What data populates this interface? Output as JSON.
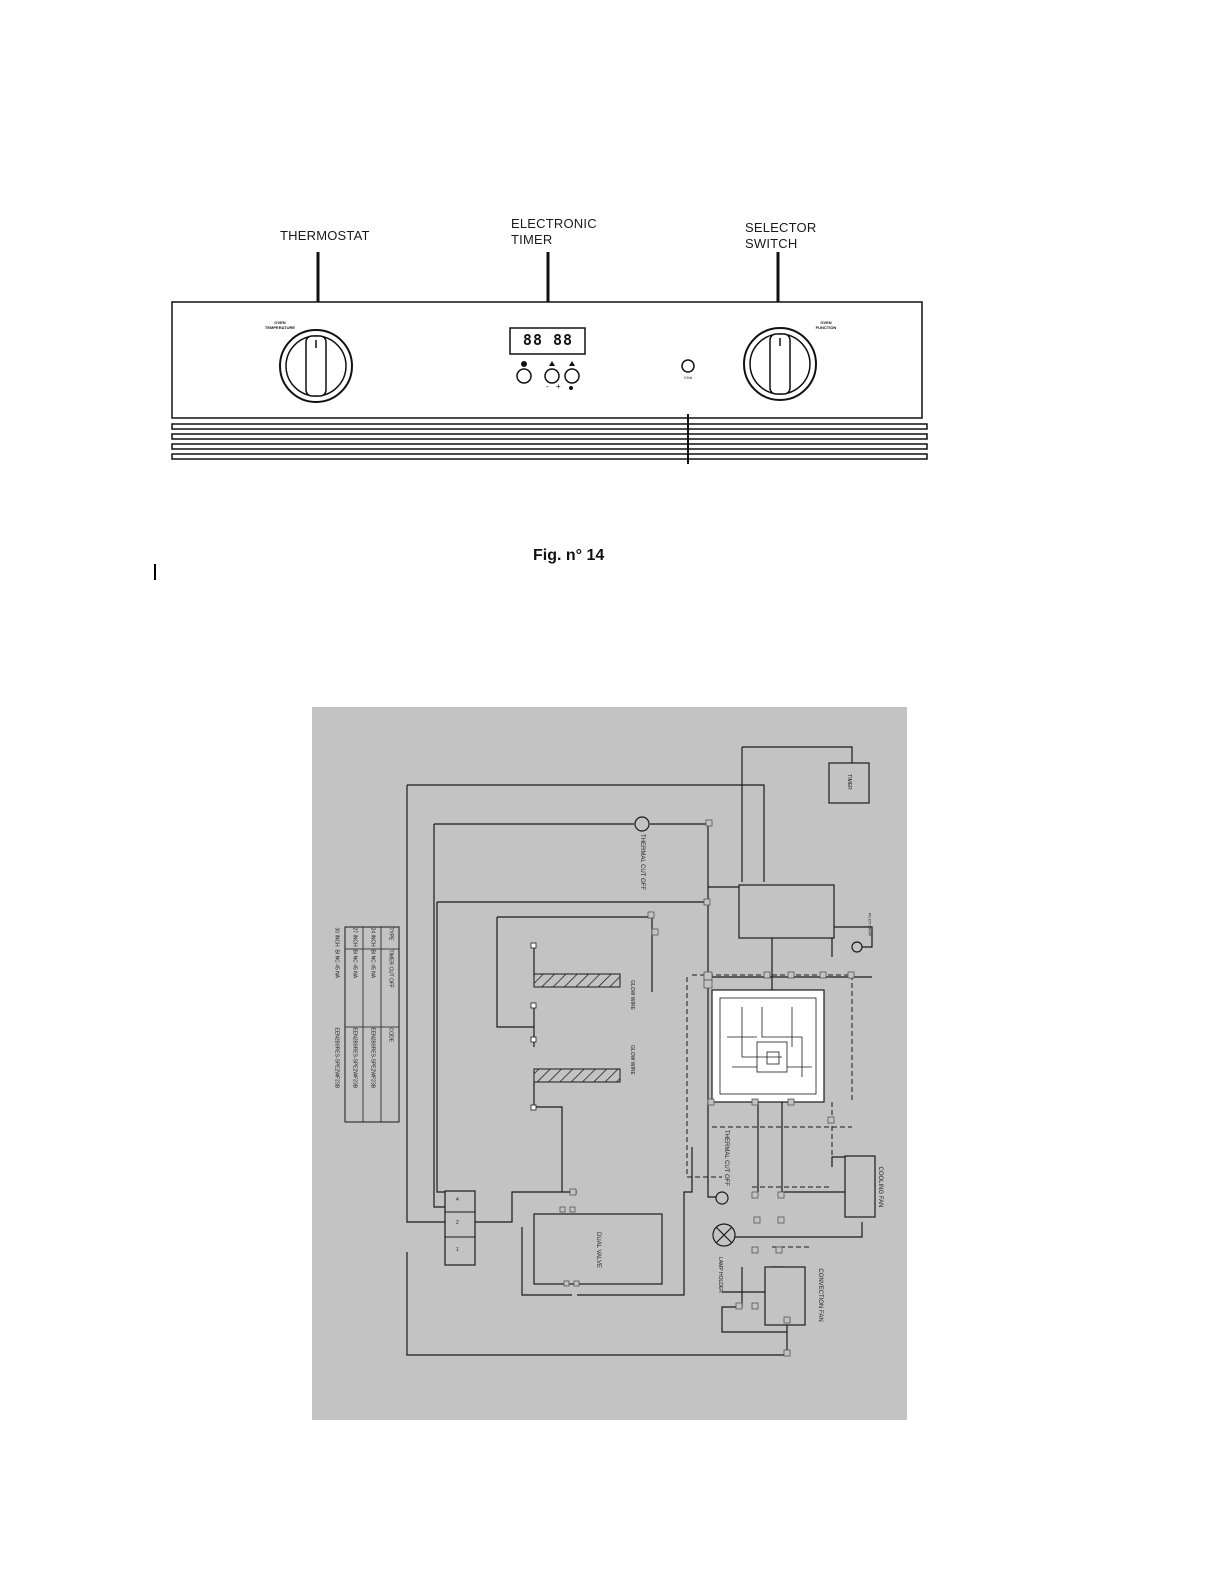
{
  "panel": {
    "callouts": {
      "thermostat": "THERMOSTAT",
      "timer_line1": "ELECTRONIC",
      "timer_line2": "TIMER",
      "selector_line1": "SELECTOR",
      "selector_line2": "SWITCH"
    },
    "knob_left_label_line1": "OVEN",
    "knob_left_label_line2": "TEMPERATURE",
    "knob_right_label_line1": "OVEN",
    "knob_right_label_line2": "FUNCTION",
    "timer_display": "88 88",
    "timer_button_symbols": [
      "-",
      "+"
    ],
    "lamp_label": "CHA"
  },
  "figure_caption": "Fig. n° 14",
  "wiring": {
    "timer": "TIMER",
    "thermal_cutoff": "THERMAL CUT OFF",
    "glow_wire": "GLOW WIRE",
    "dual_valve": "DUAL VALVE",
    "cooling_fan": "COOLING FAN",
    "convection_fan": "CONVECTION FAN",
    "lamp_holder": "LAMP HOLDER",
    "pilot_lamp": "PILOT LAMP",
    "terminal_block": [
      "4",
      "2",
      "1"
    ],
    "table": {
      "headers": [
        "TYPE",
        "TIMER CUT OFF",
        "CODE"
      ],
      "rows": [
        [
          "24 INCH",
          "BI NC 45 NA",
          "EEN2B9RES-SPE2WF23B"
        ],
        [
          "27 INCH",
          "BI NC 45 NA",
          "EEN2B9RES-SPE2WF23B"
        ],
        [
          "30 INCH",
          "BI NC 45 NA",
          "EEN2B9RES-SPE2WF23B"
        ]
      ]
    }
  }
}
